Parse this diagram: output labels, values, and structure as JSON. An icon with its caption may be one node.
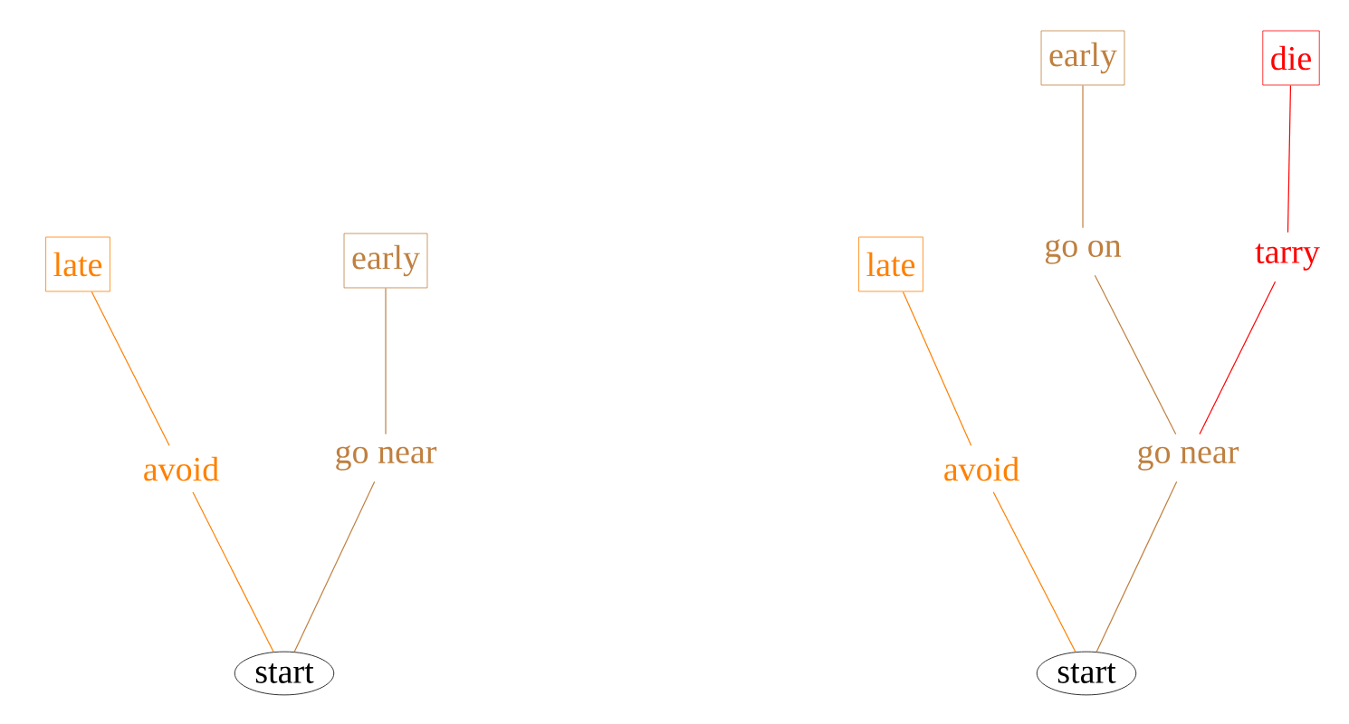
{
  "diagram": {
    "nodes": [
      {
        "text": [
          "start"
        ]
      },
      {
        "text": [
          "avoid"
        ]
      },
      {
        "text": [
          "go near"
        ]
      },
      {
        "text": [
          "late"
        ]
      },
      {
        "text": [
          "early"
        ]
      },
      {
        "text": [
          "start"
        ]
      },
      {
        "text": [
          "avoid"
        ]
      },
      {
        "text": [
          "go near"
        ]
      },
      {
        "text": [
          "late"
        ]
      },
      {
        "text": [
          "go on"
        ]
      },
      {
        "text": [
          "tarry"
        ]
      },
      {
        "text": [
          "early"
        ]
      },
      {
        "text": [
          "die"
        ]
      }
    ],
    "edges": [
      {
        "from": 0,
        "to": 1,
        "arrow": "none",
        "color": "#ff8000"
      },
      {
        "from": 0,
        "to": 2,
        "arrow": "none",
        "color": "#bf8040"
      },
      {
        "from": 1,
        "to": 3,
        "arrow": "none",
        "color": "#ff8000"
      },
      {
        "from": 2,
        "to": 4,
        "arrow": "none",
        "color": "#bf8040"
      },
      {
        "from": 5,
        "to": 6,
        "arrow": "none",
        "color": "#ff8000"
      },
      {
        "from": 5,
        "to": 7,
        "arrow": "none",
        "color": "#bf8040"
      },
      {
        "from": 6,
        "to": 8,
        "arrow": "none",
        "color": "#ff8000"
      },
      {
        "from": 7,
        "to": 9,
        "arrow": "none",
        "color": "#bf8040"
      },
      {
        "from": 7,
        "to": 10,
        "arrow": "none",
        "color": "#ff0000"
      },
      {
        "from": 9,
        "to": 11,
        "arrow": "none",
        "color": "#bf8040"
      },
      {
        "from": 10,
        "to": 12,
        "arrow": "none",
        "color": "#ff0000"
      }
    ]
  }
}
